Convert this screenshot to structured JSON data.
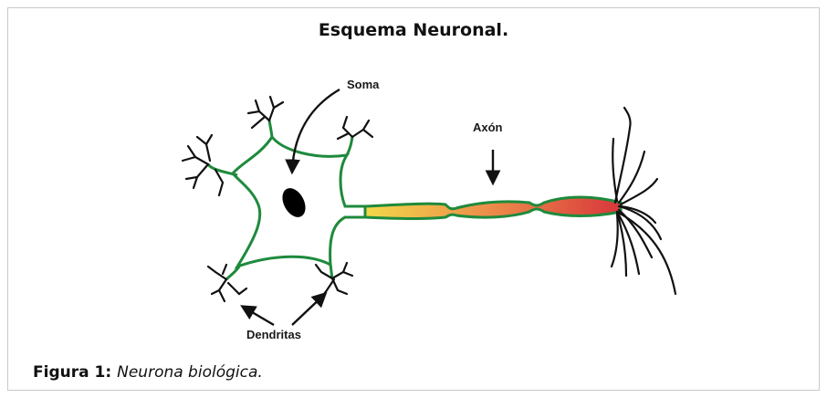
{
  "title": "Esquema Neuronal.",
  "labels": {
    "soma": "Soma",
    "axon": "Axón",
    "dendrites": "Dendritas"
  },
  "caption": {
    "label": "Figura 1:",
    "text": "Neurona biológica."
  },
  "colors": {
    "membrane": "#1e8a3c",
    "nucleus": "#000000",
    "axon_start": "#f2d94a",
    "axon_mid": "#ec8a4a",
    "axon_end": "#d9363b",
    "ink": "#111111"
  }
}
